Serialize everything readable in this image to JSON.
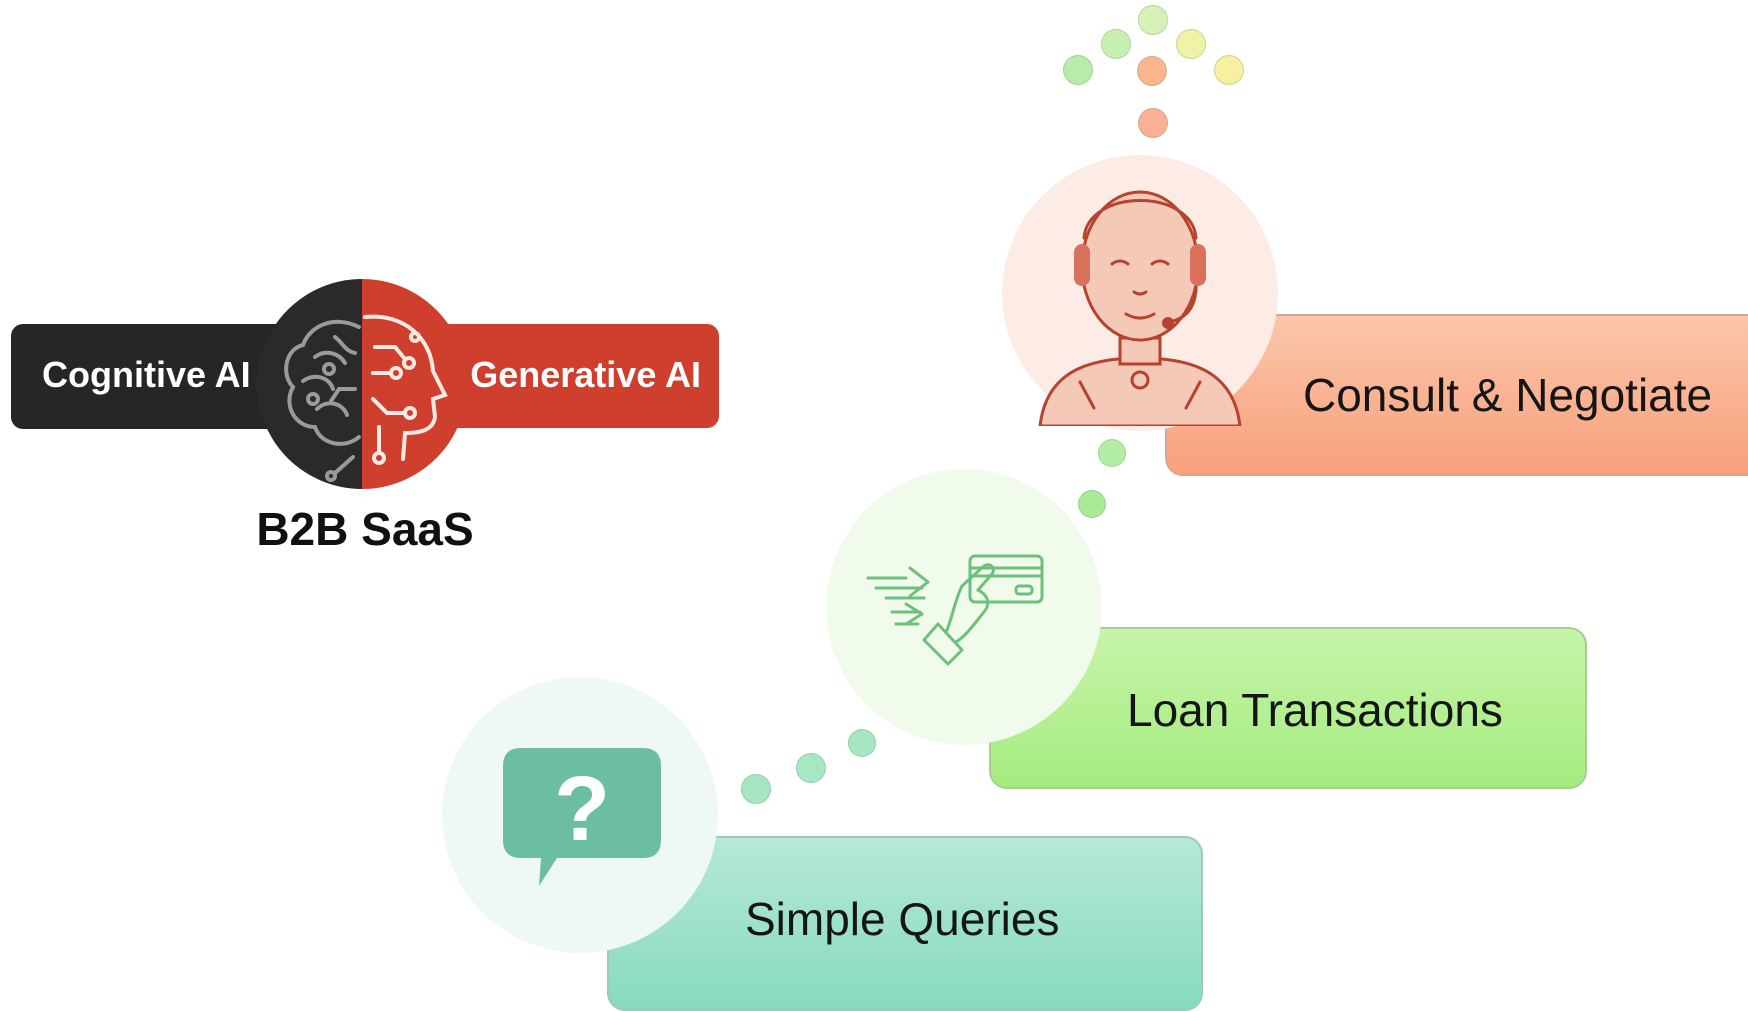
{
  "badge": {
    "left_label": "Cognitive AI",
    "right_label": "Generative AI",
    "title": "B2B SaaS"
  },
  "steps": [
    {
      "label": "Simple Queries",
      "icon": "question-bubble-icon",
      "color": "#86dbbe"
    },
    {
      "label": "Loan Transactions",
      "icon": "card-payment-icon",
      "color": "#a5ec7f"
    },
    {
      "label": "Consult & Negotiate",
      "icon": "robot-agent-icon",
      "color": "#f8a07c"
    }
  ],
  "colors": {
    "cognitive": "#262626",
    "generative": "#cf3f2e"
  }
}
